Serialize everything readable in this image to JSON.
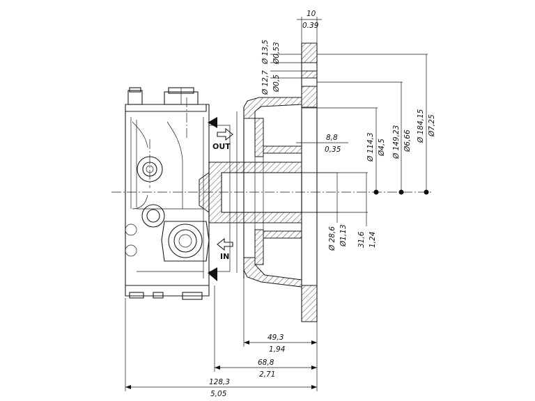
{
  "labels": {
    "out": "OUT",
    "in": "IN"
  },
  "dimensions": {
    "flange_thickness_mm": "10",
    "flange_thickness_in": "0.39",
    "hole_13_5_mm": "Ø 13,5",
    "hole_13_5_in": "Ø0,53",
    "hole_12_7_mm": "Ø 12,7",
    "hole_12_7_in": "Ø0,5",
    "d_184_15_mm": "Ø 184,15",
    "d_184_15_in": "Ø7,25",
    "d_149_23_mm": "Ø 149,23",
    "d_149_23_in": "Ø6,66",
    "d_114_3_mm": "Ø 114,3",
    "d_114_3_in": "Ø4,5",
    "d_28_6_mm": "Ø 28,6",
    "d_28_6_in": "Ø1,13",
    "len_8_8_mm": "8,8",
    "len_8_8_in": "0,35",
    "len_31_6_mm": "31,6",
    "len_31_6_in": "1,24",
    "len_49_3_mm": "49,3",
    "len_49_3_in": "1,94",
    "len_68_8_mm": "68,8",
    "len_68_8_in": "2,71",
    "len_128_3_mm": "128,3",
    "len_128_3_in": "5,05"
  }
}
